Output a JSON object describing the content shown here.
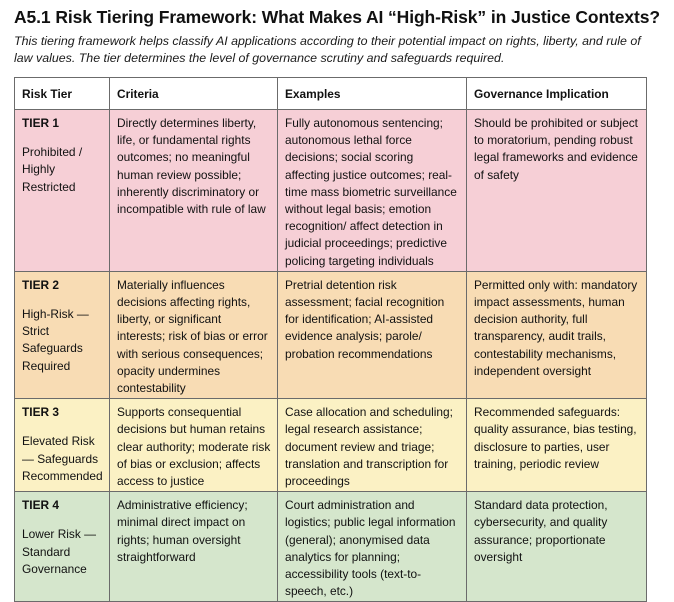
{
  "title": "A5.1 Risk Tiering Framework: What Makes AI “High-Risk” in Justice Contexts?",
  "intro": "This tiering framework helps classify AI applications according to their potential impact on rights, liberty, and rule of law values. The tier determines the level of governance scrutiny and safeguards required.",
  "table": {
    "headers": [
      "Risk Tier",
      "Criteria",
      "Examples",
      "Governance Implication"
    ],
    "rows": [
      {
        "tier": "TIER 1",
        "label": "Prohibited / Highly Restricted",
        "criteria": "Directly determines liberty, life, or fundamental rights outcomes; no meaningful human review possible; inherently discriminatory or incompatible with rule of law",
        "examples": "Fully autonomous sentencing; autonomous lethal force decisions; social scoring affecting justice outcomes; real-time mass biometric surveillance without legal basis; emotion recognition/ affect detection in judicial proceedings; predictive policing targeting individuals",
        "governance": "Should be prohibited or subject to moratorium, pending robust legal frameworks and evidence of safety",
        "color": "#f6cfd6"
      },
      {
        "tier": "TIER 2",
        "label": "High-Risk — Strict Safeguards Required",
        "criteria": "Materially influences decisions affecting rights, liberty, or significant interests; risk of bias or error with serious consequences; opacity undermines contestability",
        "examples": "Pretrial detention risk assessment; facial recognition for identification; AI-assisted evidence analysis; parole/ probation recommendations",
        "governance": "Permitted only with: mandatory impact assessments, human decision authority, full transparency, audit trails, contestability mechanisms, independent oversight",
        "color": "#f8dcb4"
      },
      {
        "tier": "TIER 3",
        "label": "Elevated Risk — Safeguards Recommended",
        "criteria": "Supports consequential decisions but human retains clear authority; moderate risk of bias or exclusion; affects access to justice",
        "examples": "Case allocation and scheduling; legal research assistance; document review and triage; translation and transcription for proceedings",
        "governance": "Recommended safeguards: quality assurance, bias testing, disclosure to parties, user training, periodic review",
        "color": "#fbf1c4"
      },
      {
        "tier": "TIER 4",
        "label": "Lower Risk — Standard Governance",
        "criteria": "Administrative efficiency; minimal direct impact on rights; human oversight straightforward",
        "examples": "Court administration and logistics; public legal information (general); anonymised data analytics for planning; accessibility tools (text-to-speech, etc.)",
        "governance": "Standard data protection, cybersecurity, and quality assurance; proportionate oversight",
        "color": "#d5e6cc"
      }
    ]
  }
}
